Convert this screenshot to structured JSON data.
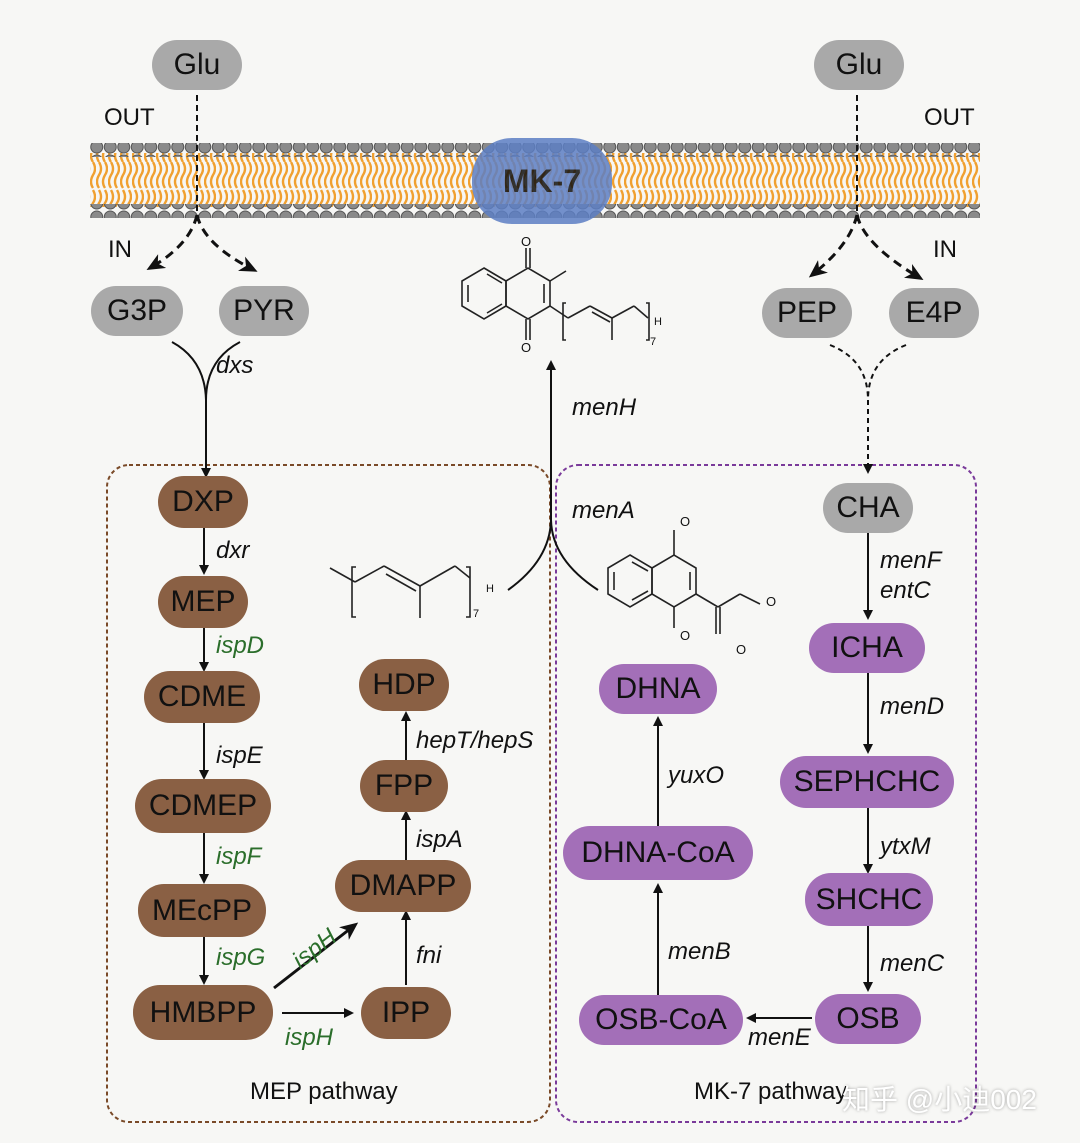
{
  "membrane": {
    "mk7": "MK-7",
    "out_left": "OUT",
    "out_right": "OUT",
    "in_left": "IN",
    "in_right": "IN"
  },
  "nodes": {
    "glu_left": "Glu",
    "glu_right": "Glu",
    "g3p": "G3P",
    "pyr": "PYR",
    "pep": "PEP",
    "e4p": "E4P",
    "dxp": "DXP",
    "mep": "MEP",
    "cdme": "CDME",
    "cdmep": "CDMEP",
    "mecpp": "MEcPP",
    "hmbpp": "HMBPP",
    "ipp": "IPP",
    "dmapp": "DMAPP",
    "fpp": "FPP",
    "hdp": "HDP",
    "cha": "CHA",
    "icha": "ICHA",
    "sephchc": "SEPHCHC",
    "shchc": "SHCHC",
    "osb": "OSB",
    "osb_coa": "OSB-CoA",
    "dhna_coa": "DHNA-CoA",
    "dhna": "DHNA"
  },
  "enzymes": {
    "dxs": "dxs",
    "dxr": "dxr",
    "ispD": "ispD",
    "ispE": "ispE",
    "ispF": "ispF",
    "ispG": "ispG",
    "ispH_diag": "ispH",
    "ispH": "ispH",
    "fni": "fni",
    "ispA": "ispA",
    "hepT_hepS": "hepT/hepS",
    "menA": "menA",
    "menH": "menH",
    "menF": "menF",
    "entC": "entC",
    "menD": "menD",
    "ytxM": "ytxM",
    "menC": "menC",
    "menE": "menE",
    "menB": "menB",
    "yuxO": "yuxO"
  },
  "regions": {
    "mep_pathway": "MEP pathway",
    "mk7_pathway": "MK-7 pathway"
  },
  "structures": {
    "o": "O",
    "h": "H",
    "sub7": "7"
  },
  "watermark": "知乎 @小迪002",
  "colors": {
    "gray_node": "#a9a9a9",
    "brown_node": "#8a6044",
    "purple_node": "#a36fb8",
    "green_enzyme": "#2b6e2b",
    "membrane_lipid": "#f0a030",
    "membrane_head": "#808080",
    "mk7_blue": "#5d7fc4"
  }
}
